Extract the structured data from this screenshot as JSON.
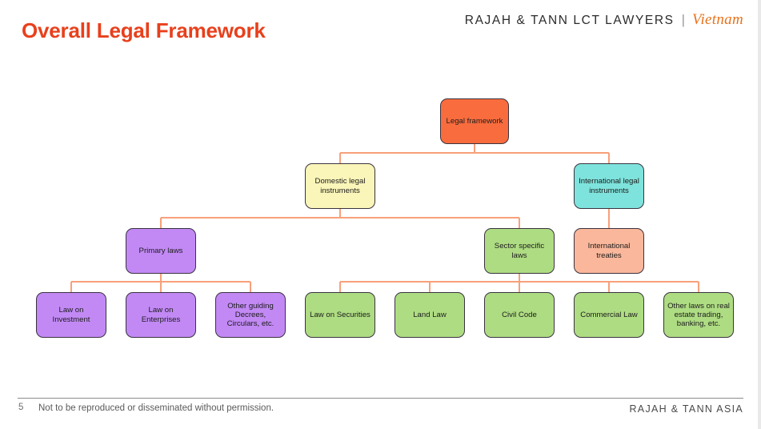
{
  "header": {
    "title": "Overall Legal Framework",
    "brand_main": "RAJAH & TANN LCT LAWYERS",
    "brand_separator": "|",
    "brand_country": "Vietnam"
  },
  "footer": {
    "page_number": "5",
    "note": "Not to be reproduced or disseminated without permission.",
    "brand": "RAJAH & TANN ASIA"
  },
  "colors": {
    "title": "#E8401C",
    "connector": "#F8A07A",
    "orange": "#F96C3E",
    "yellow": "#FAF5B8",
    "cyan": "#7EE3DC",
    "purple": "#C289F5",
    "green": "#AEDC82",
    "peach": "#FAB79B",
    "node_border": "#3A3340"
  },
  "diagram": {
    "type": "tree",
    "nodes": [
      {
        "id": "root",
        "label": "Legal framework",
        "color": "orange",
        "level": 0
      },
      {
        "id": "domestic",
        "label": "Domestic legal instruments",
        "color": "yellow",
        "level": 1,
        "parent": "root"
      },
      {
        "id": "international",
        "label": "International legal instruments",
        "color": "cyan",
        "level": 1,
        "parent": "root"
      },
      {
        "id": "primary",
        "label": "Primary laws",
        "color": "purple",
        "level": 2,
        "parent": "domestic"
      },
      {
        "id": "sector",
        "label": "Sector specific laws",
        "color": "green",
        "level": 2,
        "parent": "domestic"
      },
      {
        "id": "treaties",
        "label": "International treaties",
        "color": "peach",
        "level": 2,
        "parent": "international"
      },
      {
        "id": "investment",
        "label": "Law on Investment",
        "color": "purple",
        "level": 3,
        "parent": "primary"
      },
      {
        "id": "enterprises",
        "label": "Law on Enterprises",
        "color": "purple",
        "level": 3,
        "parent": "primary"
      },
      {
        "id": "decrees",
        "label": "Other guiding Decrees, Circulars, etc.",
        "color": "purple",
        "level": 3,
        "parent": "primary"
      },
      {
        "id": "securities",
        "label": "Law on Securities",
        "color": "green",
        "level": 3,
        "parent": "sector"
      },
      {
        "id": "land",
        "label": "Land Law",
        "color": "green",
        "level": 3,
        "parent": "sector"
      },
      {
        "id": "civil",
        "label": "Civil Code",
        "color": "green",
        "level": 3,
        "parent": "sector"
      },
      {
        "id": "commercial",
        "label": "Commercial Law",
        "color": "green",
        "level": 3,
        "parent": "sector"
      },
      {
        "id": "realestate",
        "label": "Other laws on real estate trading, banking, etc.",
        "color": "green",
        "level": 3,
        "parent": "sector"
      }
    ]
  }
}
